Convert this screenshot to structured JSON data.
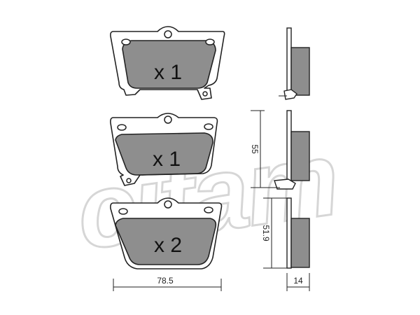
{
  "watermark": {
    "text": "cifam",
    "color": "#d6d6d6"
  },
  "pads": [
    {
      "label": "x 1"
    },
    {
      "label": "x 1"
    },
    {
      "label": "x 2"
    }
  ],
  "dimensions": {
    "width": "78.5",
    "height_top": "55",
    "height_bottom": "51.9",
    "thickness": "14"
  },
  "colors": {
    "friction": "#8e8e8e",
    "outline": "#222222"
  }
}
